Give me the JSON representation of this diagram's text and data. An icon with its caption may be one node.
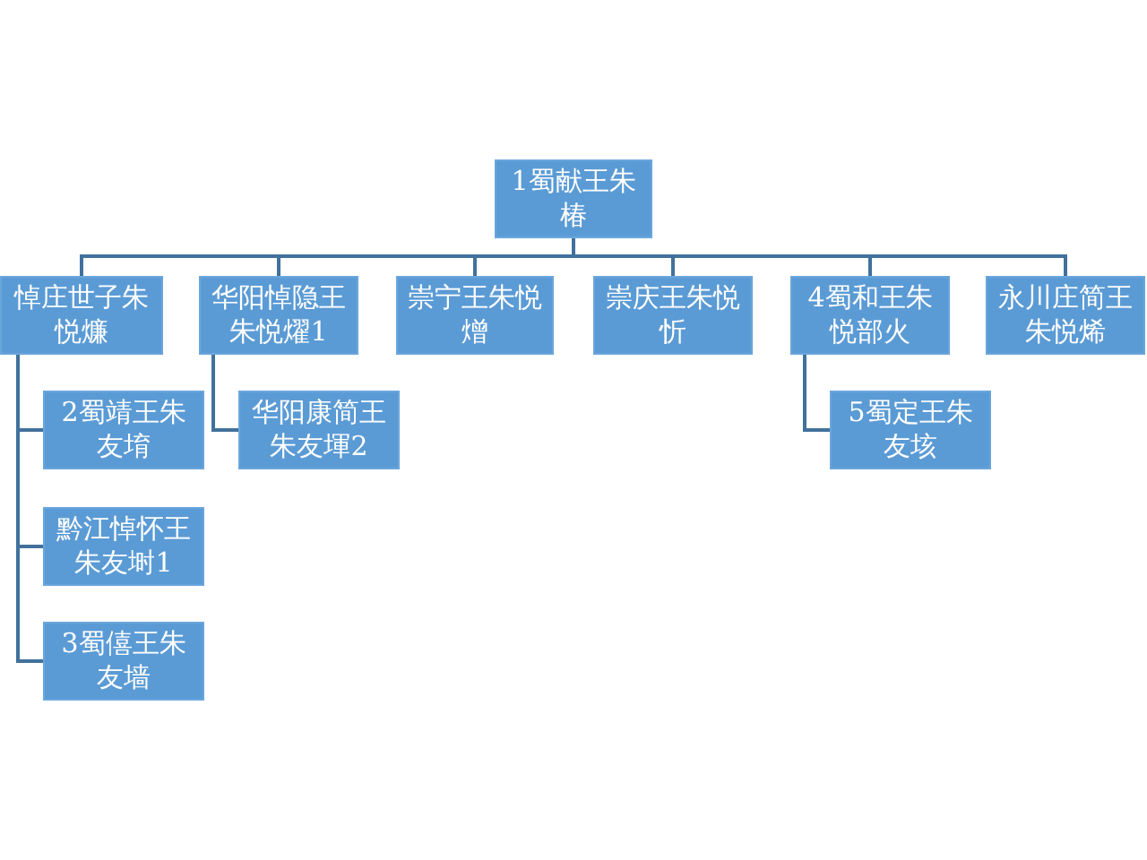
{
  "diagram": {
    "nodes": [
      {
        "text": [
          "1蜀献王朱椿"
        ]
      },
      {
        "text": [
          "悼庄世子朱悦燫"
        ]
      },
      {
        "text": [
          "华阳悼隐王朱悦燿1"
        ]
      },
      {
        "text": [
          "崇宁王朱悦熷"
        ]
      },
      {
        "text": [
          "崇庆王朱悦忻"
        ]
      },
      {
        "text": [
          "4蜀和王朱悦部火"
        ]
      },
      {
        "text": [
          "永川庄简王朱悦烯"
        ]
      },
      {
        "text": [
          "2蜀靖王朱友堉"
        ]
      },
      {
        "text": [
          "黔江悼怀王朱友埘1"
        ]
      },
      {
        "text": [
          "3蜀僖王朱友墙"
        ]
      },
      {
        "text": [
          "华阳康简王朱友堚2"
        ]
      },
      {
        "text": [
          "5蜀定王朱友垓"
        ]
      }
    ],
    "edges": [
      {
        "from": 0,
        "to": 1,
        "arrow": "none"
      },
      {
        "from": 0,
        "to": 2,
        "arrow": "none"
      },
      {
        "from": 0,
        "to": 3,
        "arrow": "none"
      },
      {
        "from": 0,
        "to": 4,
        "arrow": "none"
      },
      {
        "from": 0,
        "to": 5,
        "arrow": "none"
      },
      {
        "from": 0,
        "to": 6,
        "arrow": "none"
      },
      {
        "from": 1,
        "to": 7,
        "arrow": "none"
      },
      {
        "from": 1,
        "to": 8,
        "arrow": "none"
      },
      {
        "from": 1,
        "to": 9,
        "arrow": "none"
      },
      {
        "from": 2,
        "to": 10,
        "arrow": "none"
      },
      {
        "from": 5,
        "to": 11,
        "arrow": "none"
      }
    ]
  }
}
